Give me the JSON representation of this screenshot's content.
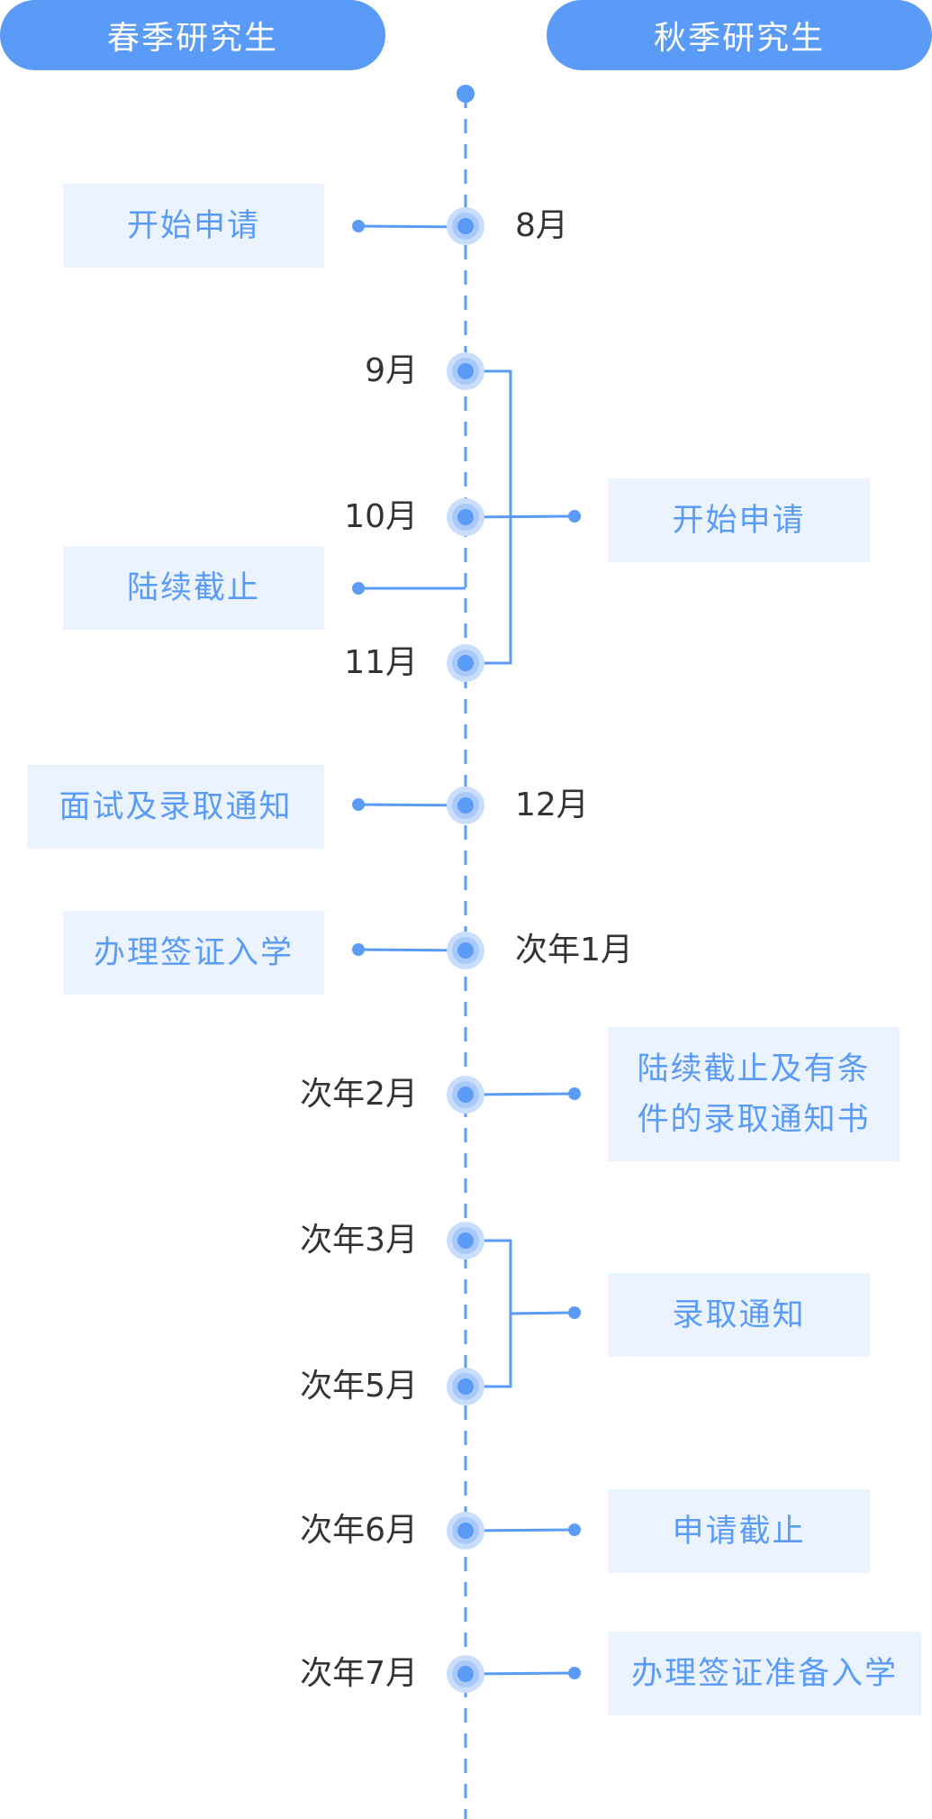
{
  "headers": {
    "spring": "春季研究生",
    "autumn": "秋季研究生"
  },
  "months": {
    "m8": "8月",
    "m9": "9月",
    "m10": "10月",
    "m11": "11月",
    "m12": "12月",
    "n1": "次年1月",
    "n2": "次年2月",
    "n3": "次年3月",
    "n5": "次年5月",
    "n6": "次年6月",
    "n7": "次年7月"
  },
  "spring_events": {
    "start": "开始申请",
    "deadline": "陆续截止",
    "interview": "面试及录取通知",
    "visa": "办理签证入学"
  },
  "autumn_events": {
    "start": "开始申请",
    "conditional_line1": "陆续截止及有条",
    "conditional_line2": "件的录取通知书",
    "admission": "录取通知",
    "deadline": "申请截止",
    "visa": "办理签证准备入学"
  },
  "colors": {
    "accent": "#5b9bf8",
    "box_bg": "#ebf3ff",
    "text": "#333333",
    "halo": "#c9ddfc"
  }
}
